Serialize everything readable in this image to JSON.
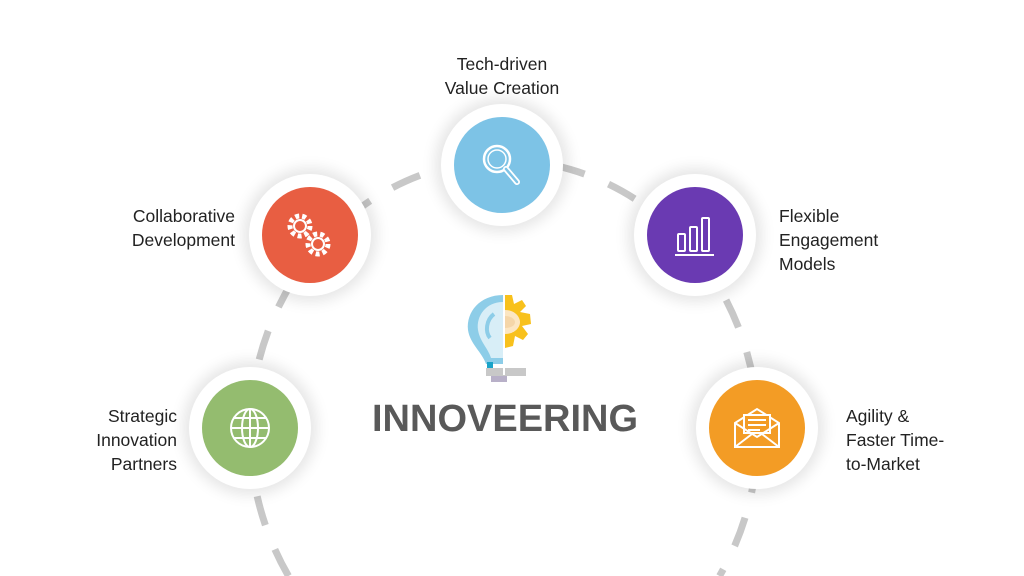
{
  "brand": {
    "name": "INNOVEERING"
  },
  "nodes": [
    {
      "id": "tech",
      "label_lines": [
        "Tech-driven",
        "Value Creation"
      ],
      "icon": "magnifier-icon",
      "color": "#7DC3E6"
    },
    {
      "id": "collab",
      "label_lines": [
        "Collaborative",
        "Development"
      ],
      "icon": "gears-icon",
      "color": "#E85E42"
    },
    {
      "id": "flex",
      "label_lines": [
        "Flexible",
        "Engagement",
        "Models"
      ],
      "icon": "bar-chart-icon",
      "color": "#6A3AB2"
    },
    {
      "id": "strategic",
      "label_lines": [
        "Strategic",
        "Innovation",
        "Partners"
      ],
      "icon": "globe-icon",
      "color": "#94BC6F"
    },
    {
      "id": "agility",
      "label_lines": [
        "Agility &",
        "Faster Time-",
        "to-Market"
      ],
      "icon": "envelope-icon",
      "color": "#F39C25"
    }
  ]
}
